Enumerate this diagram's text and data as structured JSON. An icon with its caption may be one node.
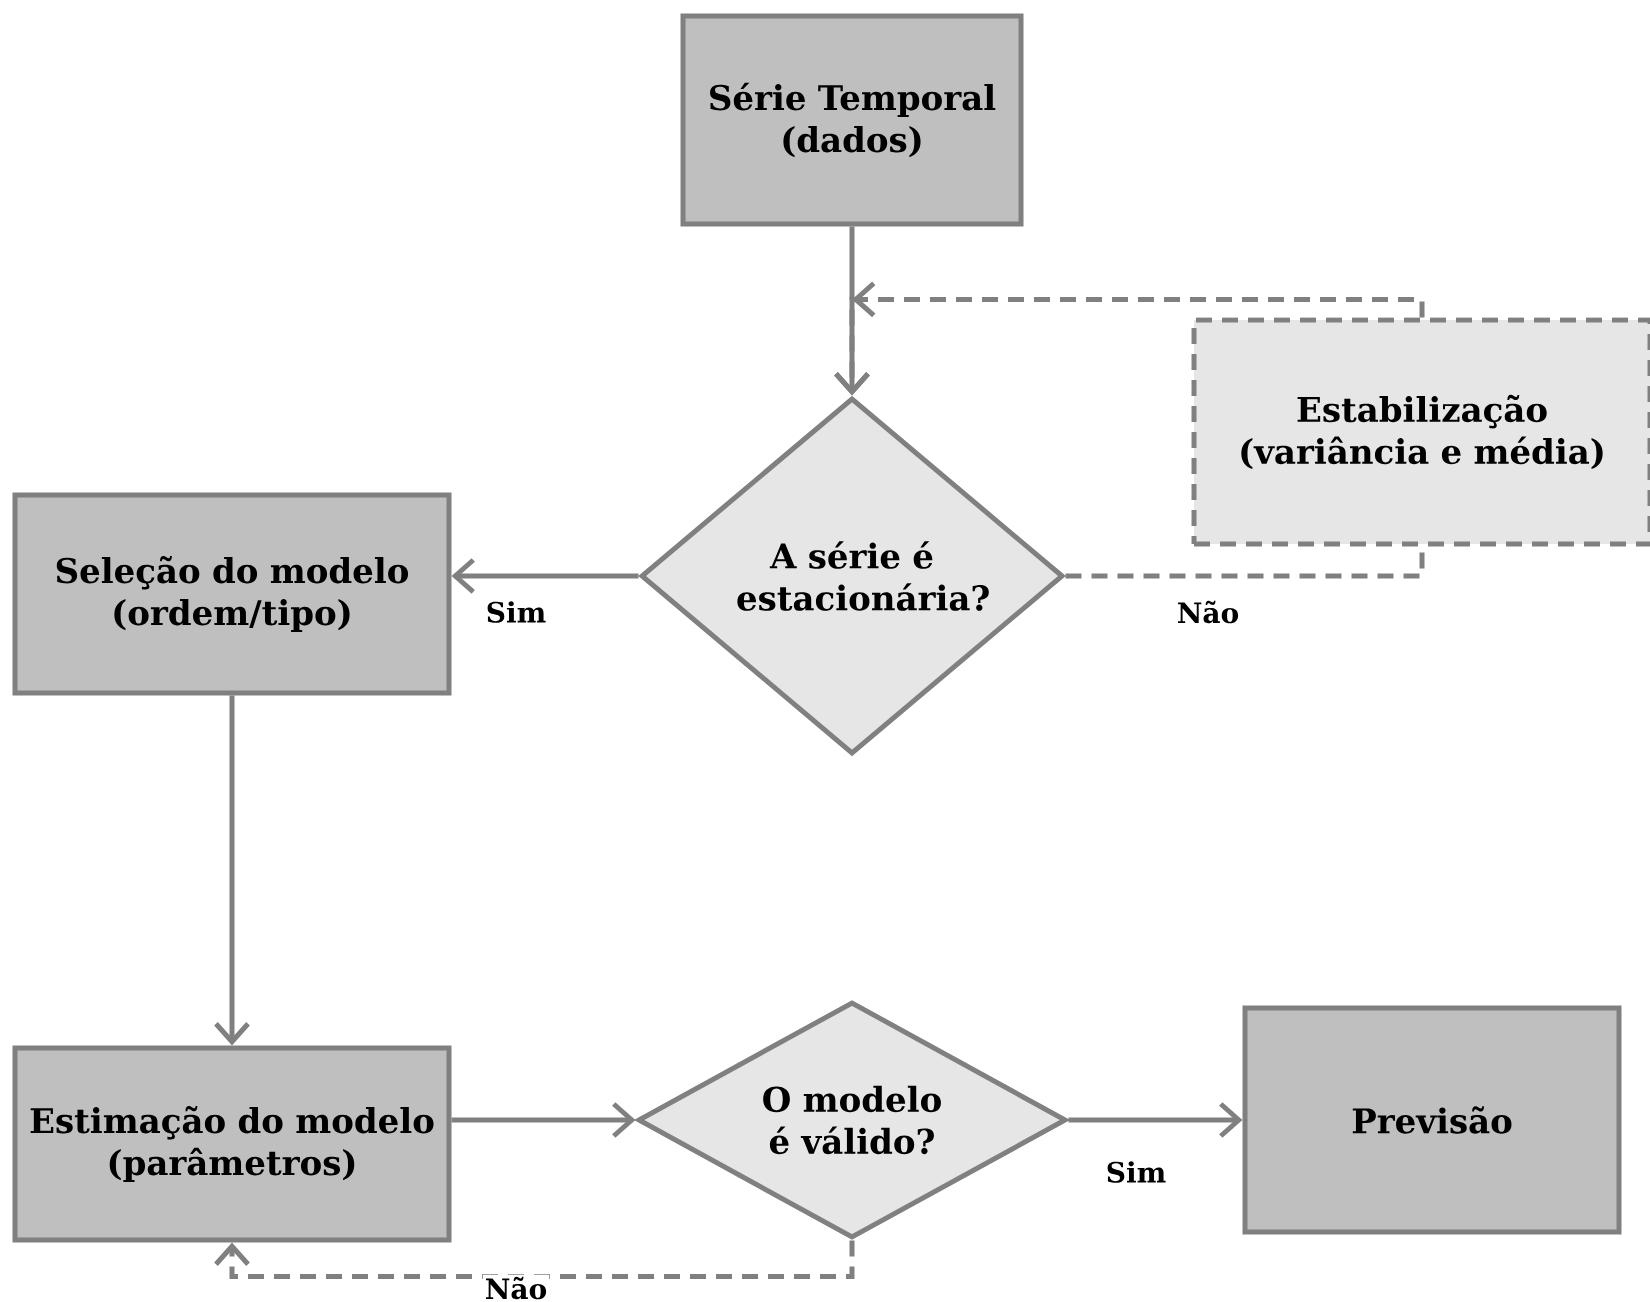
{
  "diagram": {
    "nodes": [
      {
        "text": [
          "Série Temporal (dados)"
        ]
      },
      {
        "text": [
          "A série é estacionária?"
        ]
      },
      {
        "text": [
          "Estabilização (variância e média)"
        ]
      },
      {
        "text": [
          "Seleção do modelo (ordem/tipo)"
        ]
      },
      {
        "text": [
          "Estimação do modelo (parâmetros)"
        ]
      },
      {
        "text": [
          "O modelo é válido?"
        ]
      },
      {
        "text": [
          "Previsão"
        ]
      }
    ],
    "edges": [
      {
        "from": 0,
        "to": 1,
        "arrow": "to"
      },
      {
        "from": 1,
        "to": 2,
        "arrow": "none",
        "label": "Não",
        "style": "dashed"
      },
      {
        "from": 2,
        "to": 1,
        "arrow": "to",
        "style": "dashed"
      },
      {
        "from": 1,
        "to": 3,
        "arrow": "to",
        "label": "Sim"
      },
      {
        "from": 3,
        "to": 4,
        "arrow": "to"
      },
      {
        "from": 4,
        "to": 5,
        "arrow": "to"
      },
      {
        "from": 5,
        "to": 6,
        "arrow": "to",
        "label": "Sim"
      },
      {
        "from": 5,
        "to": 4,
        "arrow": "to",
        "label": "Não",
        "style": "dashed"
      }
    ]
  }
}
